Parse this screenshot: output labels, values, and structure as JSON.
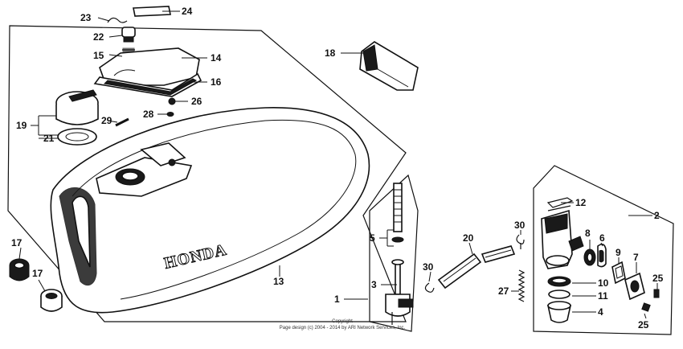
{
  "diagram": {
    "brand_text": "HONDA",
    "copyright": [
      "Copyright",
      "Page design (c) 2004 - 2014 by ARI Network Services, Inc."
    ],
    "callouts": [
      {
        "id": "c24",
        "label": "24"
      },
      {
        "id": "c23",
        "label": "23"
      },
      {
        "id": "c22",
        "label": "22"
      },
      {
        "id": "c15",
        "label": "15"
      },
      {
        "id": "c14",
        "label": "14"
      },
      {
        "id": "c16",
        "label": "16"
      },
      {
        "id": "c18",
        "label": "18"
      },
      {
        "id": "c26",
        "label": "26"
      },
      {
        "id": "c28",
        "label": "28"
      },
      {
        "id": "c29",
        "label": "29"
      },
      {
        "id": "c19",
        "label": "19"
      },
      {
        "id": "c21",
        "label": "21"
      },
      {
        "id": "c17a",
        "label": "17"
      },
      {
        "id": "c17b",
        "label": "17"
      },
      {
        "id": "c13",
        "label": "13"
      },
      {
        "id": "c5",
        "label": "5"
      },
      {
        "id": "c3",
        "label": "3"
      },
      {
        "id": "c1",
        "label": "1"
      },
      {
        "id": "c20",
        "label": "20"
      },
      {
        "id": "c30a",
        "label": "30"
      },
      {
        "id": "c30b",
        "label": "30"
      },
      {
        "id": "c27",
        "label": "27"
      },
      {
        "id": "c12",
        "label": "12"
      },
      {
        "id": "c2",
        "label": "2"
      },
      {
        "id": "c8",
        "label": "8"
      },
      {
        "id": "c6",
        "label": "6"
      },
      {
        "id": "c9",
        "label": "9"
      },
      {
        "id": "c7",
        "label": "7"
      },
      {
        "id": "c10",
        "label": "10"
      },
      {
        "id": "c11",
        "label": "11"
      },
      {
        "id": "c4",
        "label": "4"
      },
      {
        "id": "c25a",
        "label": "25"
      },
      {
        "id": "c25b",
        "label": "25"
      }
    ]
  }
}
